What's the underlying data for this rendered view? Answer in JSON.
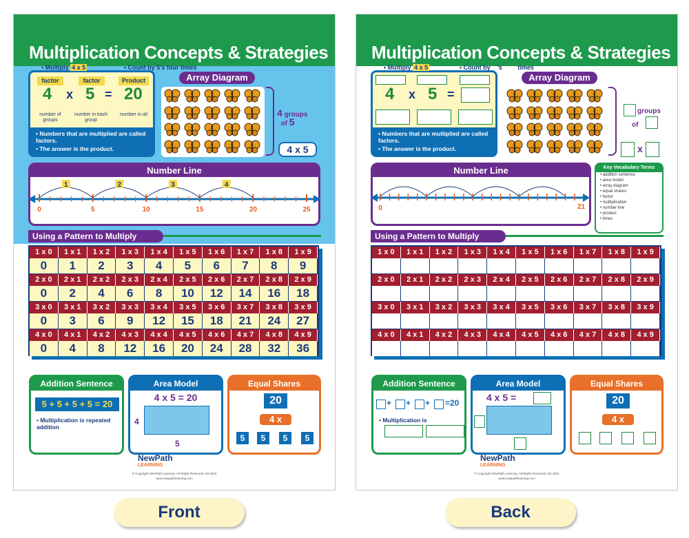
{
  "title": "Multiplication Concepts & Strategies",
  "array_diagram": "Array Diagram",
  "factor_box": {
    "labels": [
      "factor",
      "factor",
      "Product"
    ],
    "eq": [
      "4",
      "x",
      "5",
      "=",
      "20"
    ],
    "subs": [
      "number of groups",
      "number in each group",
      "number in all"
    ],
    "bullets": [
      "Numbers that are multiplied are called factors.",
      "The answer is the product."
    ]
  },
  "groups": {
    "num": "4",
    "word": "groups",
    "of": "of",
    "n": "5",
    "expr": "4 x 5",
    "x": "x"
  },
  "number_line": {
    "title": "Number Line",
    "ticks": [
      "0",
      "5",
      "10",
      "15",
      "20",
      "25"
    ],
    "jumps": [
      "1",
      "2",
      "3",
      "4"
    ],
    "foot_a": "Multiply",
    "foot_b": "4 x 5",
    "foot_c": "Count by",
    "foot_d": "5",
    "foot_e": "'s four times",
    "back_end_tick": "21",
    "back_foot_c": "Count by",
    "back_foot_d": "'s",
    "back_foot_e": "times"
  },
  "vocab": {
    "title": "Key Vocabulary Terms",
    "items": [
      "addition sentence",
      "area model",
      "array diagram",
      "equal shares",
      "factor",
      "multiplication",
      "number line",
      "product",
      "times"
    ]
  },
  "pattern": {
    "title": "Using a Pattern to Multiply",
    "rows": [
      {
        "hdr": [
          "1 x 0",
          "1 x 1",
          "1 x 2",
          "1 x 3",
          "1 x 4",
          "1 x 5",
          "1 x 6",
          "1 x 7",
          "1 x 8",
          "1 x 9"
        ],
        "vals": [
          "0",
          "1",
          "2",
          "3",
          "4",
          "5",
          "6",
          "7",
          "8",
          "9"
        ]
      },
      {
        "hdr": [
          "2 x 0",
          "2 x 1",
          "2 x 2",
          "2 x 3",
          "2 x 4",
          "2 x 5",
          "2 x 6",
          "2 x 7",
          "2 x 8",
          "2 x 9"
        ],
        "vals": [
          "0",
          "2",
          "4",
          "6",
          "8",
          "10",
          "12",
          "14",
          "16",
          "18"
        ]
      },
      {
        "hdr": [
          "3 x 0",
          "3 x 1",
          "3 x 2",
          "3 x 3",
          "3 x 4",
          "3 x 5",
          "3 x 6",
          "3 x 7",
          "3 x 8",
          "3 x 9"
        ],
        "vals": [
          "0",
          "3",
          "6",
          "9",
          "12",
          "15",
          "18",
          "21",
          "24",
          "27"
        ]
      },
      {
        "hdr": [
          "4 x 0",
          "4 x 1",
          "4 x 2",
          "4 x 3",
          "4 x 4",
          "4 x 5",
          "4 x 6",
          "4 x 7",
          "4 x 8",
          "4 x 9"
        ],
        "vals": [
          "0",
          "4",
          "8",
          "12",
          "16",
          "20",
          "24",
          "28",
          "32",
          "36"
        ]
      }
    ]
  },
  "addition": {
    "title": "Addition Sentence",
    "eq": "5 + 5 + 5 + 5 = 20",
    "bullet": "Multiplication is repeated addition",
    "back_bullet": "Multiplication is",
    "plus": "+",
    "eq20": "=20"
  },
  "area": {
    "title": "Area Model",
    "eq": "4 x 5 = 20",
    "back_eq": "4 x 5 =",
    "side": "4",
    "bottom": "5"
  },
  "shares": {
    "title": "Equal Shares",
    "top": "20",
    "mid": "4 x",
    "leaf": "5"
  },
  "logo": {
    "line1": "NewPath",
    "line2": "LEARNING",
    "copy": "© Copyright NewPath Learning. All Rights Reserved. 93-4302",
    "url": "www.newpathlearning.com"
  },
  "labels": {
    "front": "Front",
    "back": "Back"
  }
}
